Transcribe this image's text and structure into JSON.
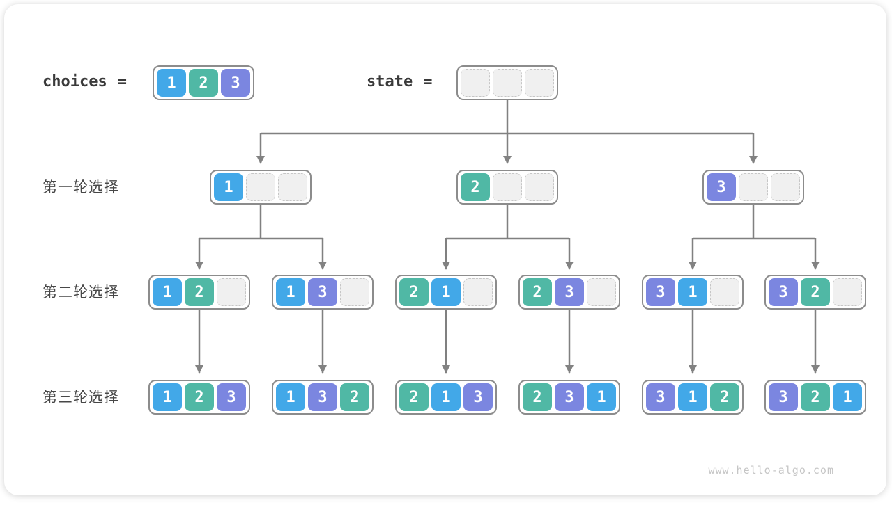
{
  "header": {
    "choices_label": "choices",
    "choices_equals": "=",
    "state_label": "state",
    "state_equals": "="
  },
  "choices_values": [
    "1",
    "2",
    "3"
  ],
  "state_values": [],
  "cells_per_node": 3,
  "rows": [
    {
      "label": "第一轮选择",
      "nodes": [
        [
          "1"
        ],
        [
          "2"
        ],
        [
          "3"
        ]
      ]
    },
    {
      "label": "第二轮选择",
      "nodes": [
        [
          "1",
          "2"
        ],
        [
          "1",
          "3"
        ],
        [
          "2",
          "1"
        ],
        [
          "2",
          "3"
        ],
        [
          "3",
          "1"
        ],
        [
          "3",
          "2"
        ]
      ]
    },
    {
      "label": "第三轮选择",
      "nodes": [
        [
          "1",
          "2",
          "3"
        ],
        [
          "1",
          "3",
          "2"
        ],
        [
          "2",
          "1",
          "3"
        ],
        [
          "2",
          "3",
          "1"
        ],
        [
          "3",
          "1",
          "2"
        ],
        [
          "3",
          "2",
          "1"
        ]
      ]
    }
  ],
  "colors": {
    "value_1": "#42a8e8",
    "value_2": "#50b8a5",
    "value_3": "#7b86e0",
    "empty_cell_bg": "#f0f0f0",
    "connector": "#808080"
  },
  "watermark": "www.hello-algo.com"
}
